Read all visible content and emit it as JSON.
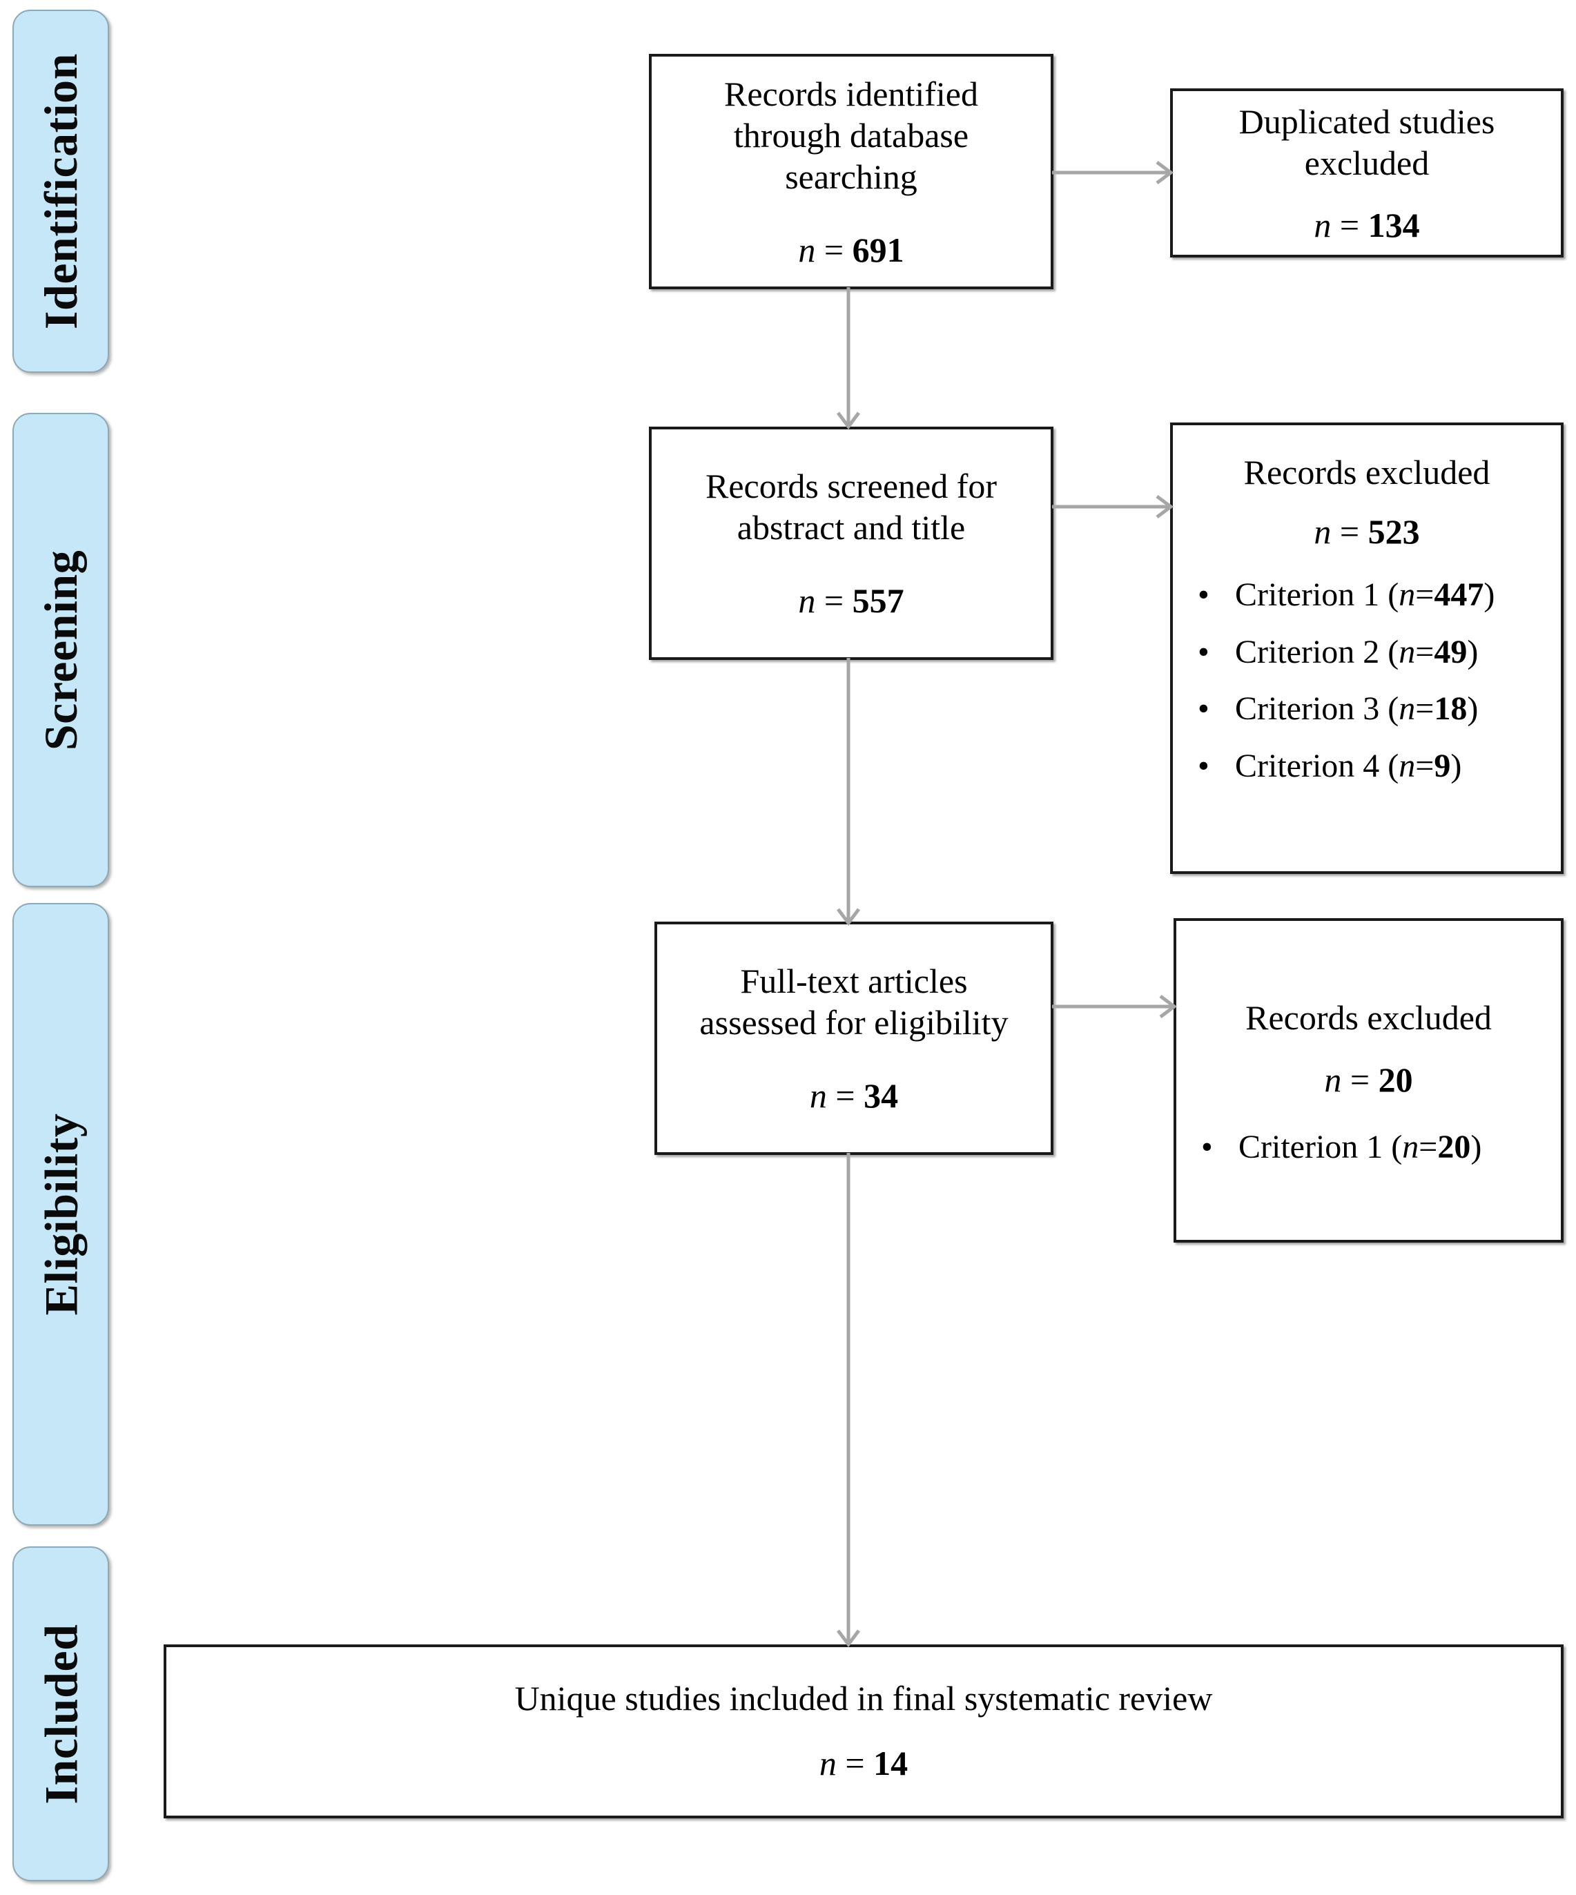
{
  "diagram": {
    "type": "PRISMA flow diagram",
    "stages": [
      {
        "key": "identification",
        "label": "Identification"
      },
      {
        "key": "screening",
        "label": "Screening"
      },
      {
        "key": "eligibility",
        "label": "Eligibility"
      },
      {
        "key": "included",
        "label": "Included"
      }
    ],
    "colors": {
      "stage_fill": "#c5e7f7",
      "stage_border": "#8fa8b5",
      "box_border": "#1a1a1a",
      "arrow": "#a6a6a6",
      "text": "#000000"
    }
  },
  "boxes": {
    "records_identified": {
      "title": "Records identified\nthrough database\nsearching",
      "n_symbol": "n",
      "equals": " = ",
      "n_value": "691"
    },
    "duplicates_excluded": {
      "title": "Duplicated studies\nexcluded",
      "n_symbol": "n",
      "equals": " = ",
      "n_value": "134"
    },
    "records_screened": {
      "title": "Records screened for\nabstract and title",
      "n_symbol": "n",
      "equals": " = ",
      "n_value": "557"
    },
    "records_excluded_screening": {
      "title": "Records excluded",
      "n_symbol": "n",
      "equals": " = ",
      "n_value": "523",
      "criteria": [
        {
          "bullet": "•",
          "label": "Criterion 1 (",
          "n_symbol": "n",
          "eq": "=",
          "value": "447",
          "close": ")"
        },
        {
          "bullet": "•",
          "label": "Criterion 2 (",
          "n_symbol": "n",
          "eq": "=",
          "value": "49",
          "close": ")"
        },
        {
          "bullet": "•",
          "label": "Criterion 3 (",
          "n_symbol": "n",
          "eq": "=",
          "value": "18",
          "close": ")"
        },
        {
          "bullet": "•",
          "label": "Criterion 4 (",
          "n_symbol": "n",
          "eq": "=",
          "value": "9",
          "close": ")"
        }
      ]
    },
    "fulltext_assessed": {
      "title": "Full-text articles\nassessed for eligibility",
      "n_symbol": "n",
      "equals": " = ",
      "n_value": "34"
    },
    "records_excluded_eligibility": {
      "title": "Records excluded",
      "n_symbol": "n",
      "equals": " = ",
      "n_value": "20",
      "criteria": [
        {
          "bullet": "•",
          "label": "Criterion 1 (",
          "n_symbol": "n",
          "eq": "=",
          "value": "20",
          "close": ")"
        }
      ]
    },
    "studies_included": {
      "title": "Unique studies included in final systematic review",
      "n_symbol": "n",
      "equals": " = ",
      "n_value": "14"
    }
  }
}
